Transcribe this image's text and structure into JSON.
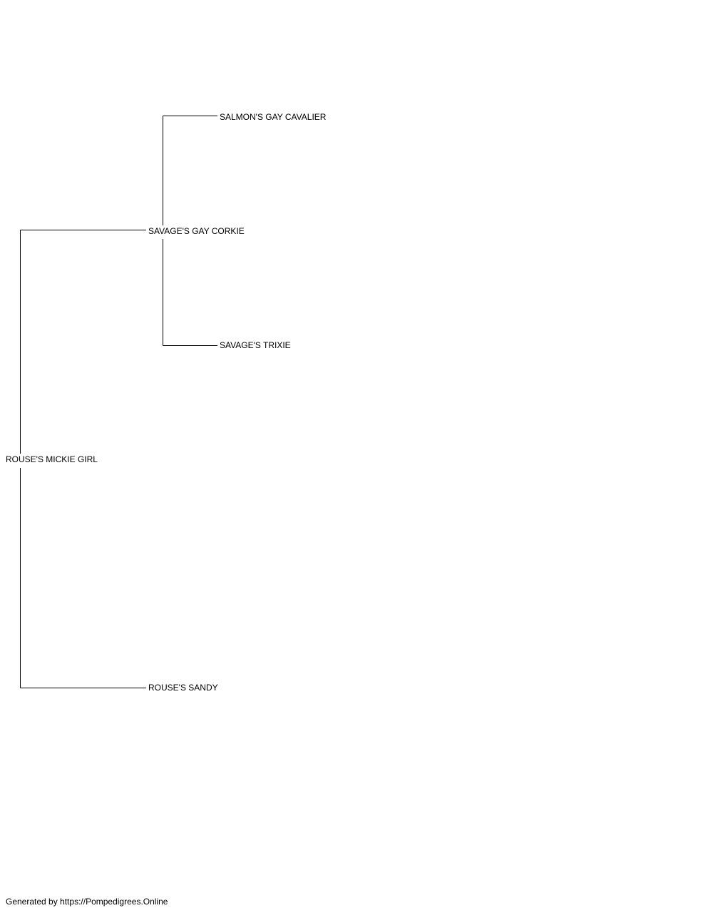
{
  "pedigree": {
    "subject": "ROUSE'S MICKIE GIRL",
    "sire": "SAVAGE'S GAY CORKIE",
    "dam": "ROUSE'S SANDY",
    "sire_sire": "SALMON'S GAY CAVALIER",
    "sire_dam": "SAVAGE'S TRIXIE"
  },
  "footer": {
    "text": "Generated by https://Pompedigrees.Online"
  },
  "colors": {
    "line": "#000000",
    "text": "#000000",
    "background": "#ffffff"
  }
}
